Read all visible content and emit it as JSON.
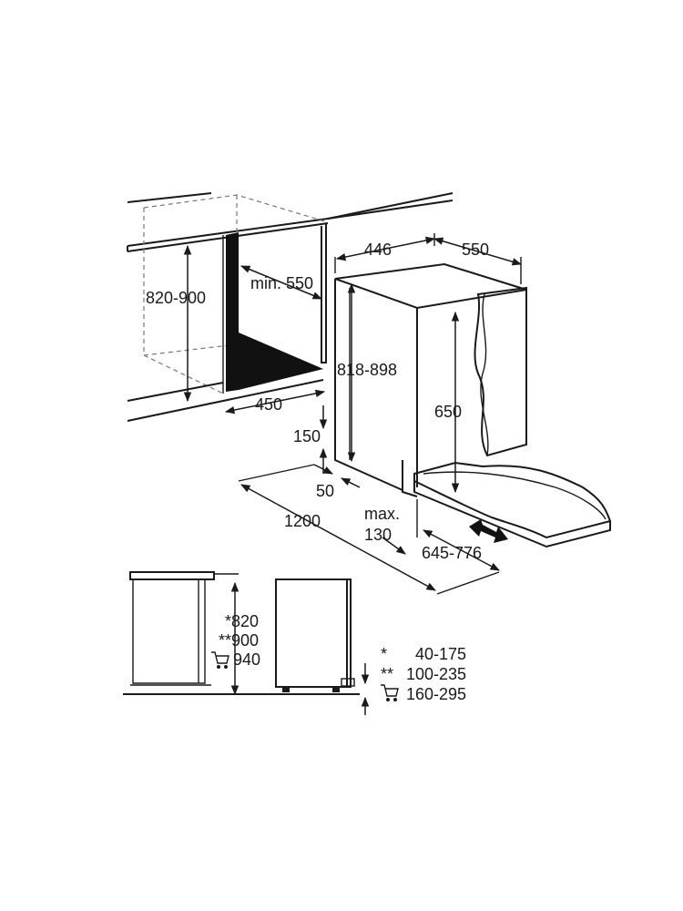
{
  "dims": {
    "cab_height": "820-900",
    "niche_depth": "min. 550",
    "niche_width": "450",
    "app_height": "818-898",
    "app_width": "446",
    "app_depth": "550",
    "door_height": "650",
    "plinth_h": "150",
    "plinth_d": "50",
    "door_swing": "1200",
    "plinth_max_label": "max.",
    "plinth_max_value": "130",
    "slide_range": "645-776"
  },
  "side_view": {
    "height_1": "*820",
    "height_2": "**900",
    "height_3": "940",
    "legend": [
      {
        "mark": "*",
        "value": "40-175"
      },
      {
        "mark": "**",
        "value": "100-235"
      },
      {
        "mark": "",
        "value": "160-295"
      }
    ]
  },
  "icons": [
    "shopping-cart-icon",
    "shopping-cart-icon"
  ]
}
